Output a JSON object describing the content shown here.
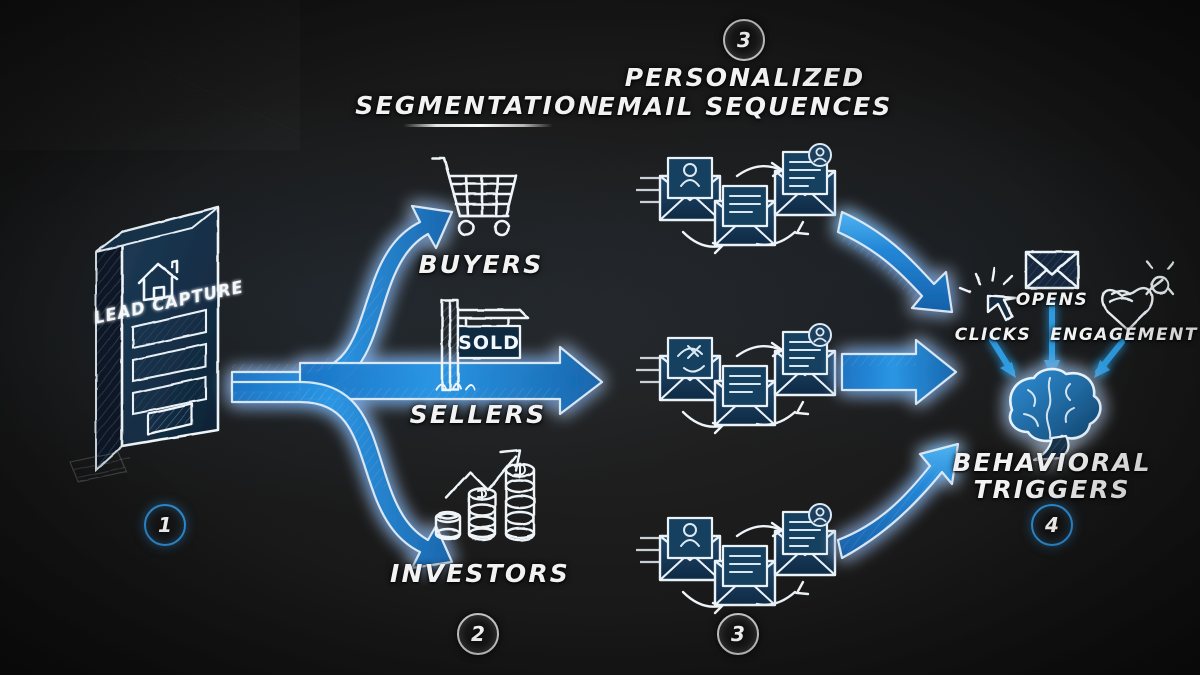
{
  "meta": {
    "title": "Real Estate Lead Nurture Funnel",
    "style": "chalkboard sketch infographic",
    "background_color": "#1b1b1b",
    "accent_blue": "#1f86d8",
    "chalk_white": "#f2f2f2"
  },
  "stage1": {
    "number": "1",
    "card_title": "LEAD CAPTURE",
    "icon": "house-icon",
    "field_count": 3,
    "button": "submit-button"
  },
  "stage2": {
    "number": "2",
    "heading": "SEGMENTATION",
    "segments": [
      {
        "label": "BUYERS",
        "icon": "shopping-cart-icon"
      },
      {
        "label": "SELLERS",
        "icon": "sold-sign-icon",
        "sign_text": "SOLD"
      },
      {
        "label": "INVESTORS",
        "icon": "coins-growth-icon"
      }
    ]
  },
  "stage3": {
    "number": "3",
    "heading_line1": "PERSONALIZED",
    "heading_line2": "EMAIL SEQUENCES",
    "sequence_rows": 3,
    "emails_per_row": 3,
    "email_icons": [
      "envelope-contact-icon",
      "envelope-letter-icon",
      "envelope-profile-icon"
    ]
  },
  "stage4": {
    "number": "4",
    "label_line1": "BEHAVIORAL",
    "label_line2": "TRIGGERS",
    "icon": "brain-icon",
    "signals": [
      {
        "label": "CLICKS",
        "icon": "cursor-click-icon"
      },
      {
        "label": "OPENS",
        "icon": "envelope-icon"
      },
      {
        "label": "ENGAGEMENT",
        "icon": "heart-sparkle-icon"
      }
    ]
  }
}
